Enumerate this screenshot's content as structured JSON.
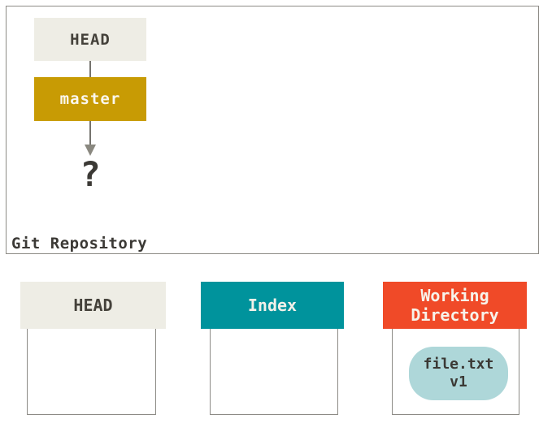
{
  "diagram": {
    "repository": {
      "label": "Git Repository",
      "head_label": "HEAD",
      "branch_label": "master",
      "pointer_target": "?"
    },
    "areas": [
      {
        "id": "head",
        "label": "HEAD"
      },
      {
        "id": "index",
        "label": "Index"
      },
      {
        "id": "working-directory",
        "label": "Working Directory"
      }
    ],
    "files": [
      {
        "area": "working-directory",
        "name": "file.txt",
        "version": "v1"
      }
    ],
    "colors": {
      "head_fill": "#eeede5",
      "branch_fill": "#c89b04",
      "index_fill": "#00939c",
      "working_directory_fill": "#f04a28",
      "file_fill": "#aed7d9",
      "box_border": "#8d8b86",
      "arrow": "#75736e",
      "dark_text": "#3b3935",
      "light_text": "#f7f3ea"
    }
  }
}
